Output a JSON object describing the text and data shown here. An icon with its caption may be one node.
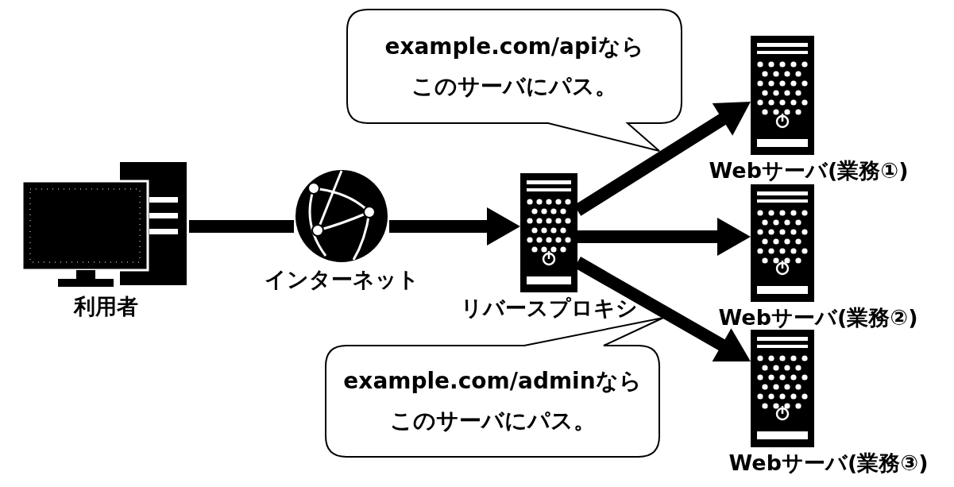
{
  "diagram": {
    "nodes": [
      {
        "text": [
          "利用者"
        ]
      },
      {
        "text": [
          "インターネット"
        ]
      },
      {
        "text": [
          "リバースプロキシ"
        ]
      },
      {
        "text": [
          "Webサーバ(業務①)"
        ]
      },
      {
        "text": [
          "Webサーバ(業務②)"
        ]
      },
      {
        "text": [
          "Webサーバ(業務③)"
        ]
      },
      {
        "text": [
          "example.com/apiならこのサーバにパス。"
        ]
      },
      {
        "text": [
          "example.com/adminならこのサーバにパス。"
        ]
      }
    ],
    "edges": [
      {
        "from": 0,
        "to": 1,
        "arrow": "none"
      },
      {
        "from": 1,
        "to": 2,
        "arrow": "to"
      },
      {
        "from": 2,
        "to": 3,
        "arrow": "to"
      },
      {
        "from": 2,
        "to": 4,
        "arrow": "to"
      },
      {
        "from": 2,
        "to": 5,
        "arrow": "to"
      }
    ]
  }
}
